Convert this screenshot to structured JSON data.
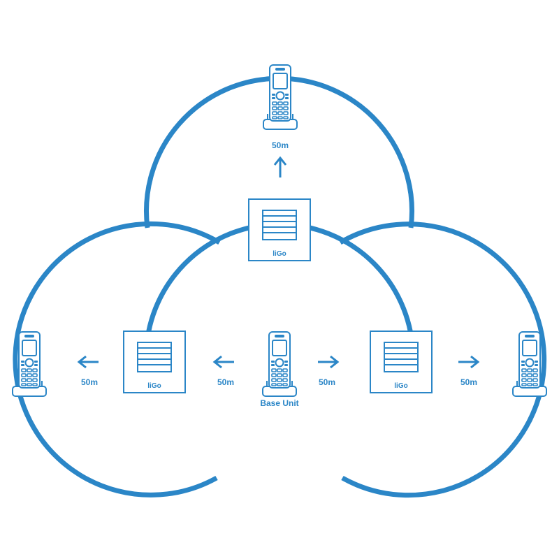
{
  "colors": {
    "accent": "#2b86c7",
    "background": "#ffffff"
  },
  "labels": {
    "top_distance": "50m",
    "left_distance": "50m",
    "center_left_distance": "50m",
    "center_right_distance": "50m",
    "right_distance": "50m",
    "base_unit": "Base Unit",
    "repeater_top": "liGo",
    "repeater_left": "liGo",
    "repeater_right": "liGo"
  },
  "icons": {
    "handset": "cordless-phone-icon",
    "repeater": "repeater-box-icon",
    "arrow": "arrow-icon"
  }
}
